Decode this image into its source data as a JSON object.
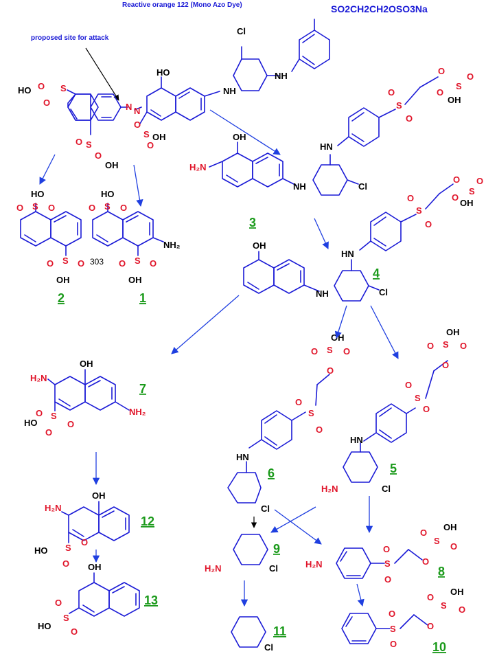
{
  "title": "Reactive orange 122 (Mono Azo Dye)",
  "title_formula": "SO2CH2CH2OSO3Na",
  "note": "proposed site for attack",
  "stray_number": "303",
  "labels": {
    "c1": "1",
    "c2": "2",
    "c3": "3",
    "c4": "4",
    "c5": "5",
    "c6": "6",
    "c7": "7",
    "c8": "8",
    "c9": "9",
    "c10": "10",
    "c11": "11",
    "c12": "12",
    "c13": "13"
  },
  "atoms": {
    "HO": "HO",
    "OH": "OH",
    "O": "O",
    "S": "S",
    "N": "N",
    "NH": "NH",
    "HN": "HN",
    "Cl": "Cl",
    "H2N": "H₂N",
    "NH2": "NH₂"
  },
  "colors": {
    "bond": "#1a1ad6",
    "arrow": "#1f3fe0",
    "heteroatom_red": "#e0152a",
    "label_green": "#1b9a1b",
    "text_black": "#000000"
  }
}
